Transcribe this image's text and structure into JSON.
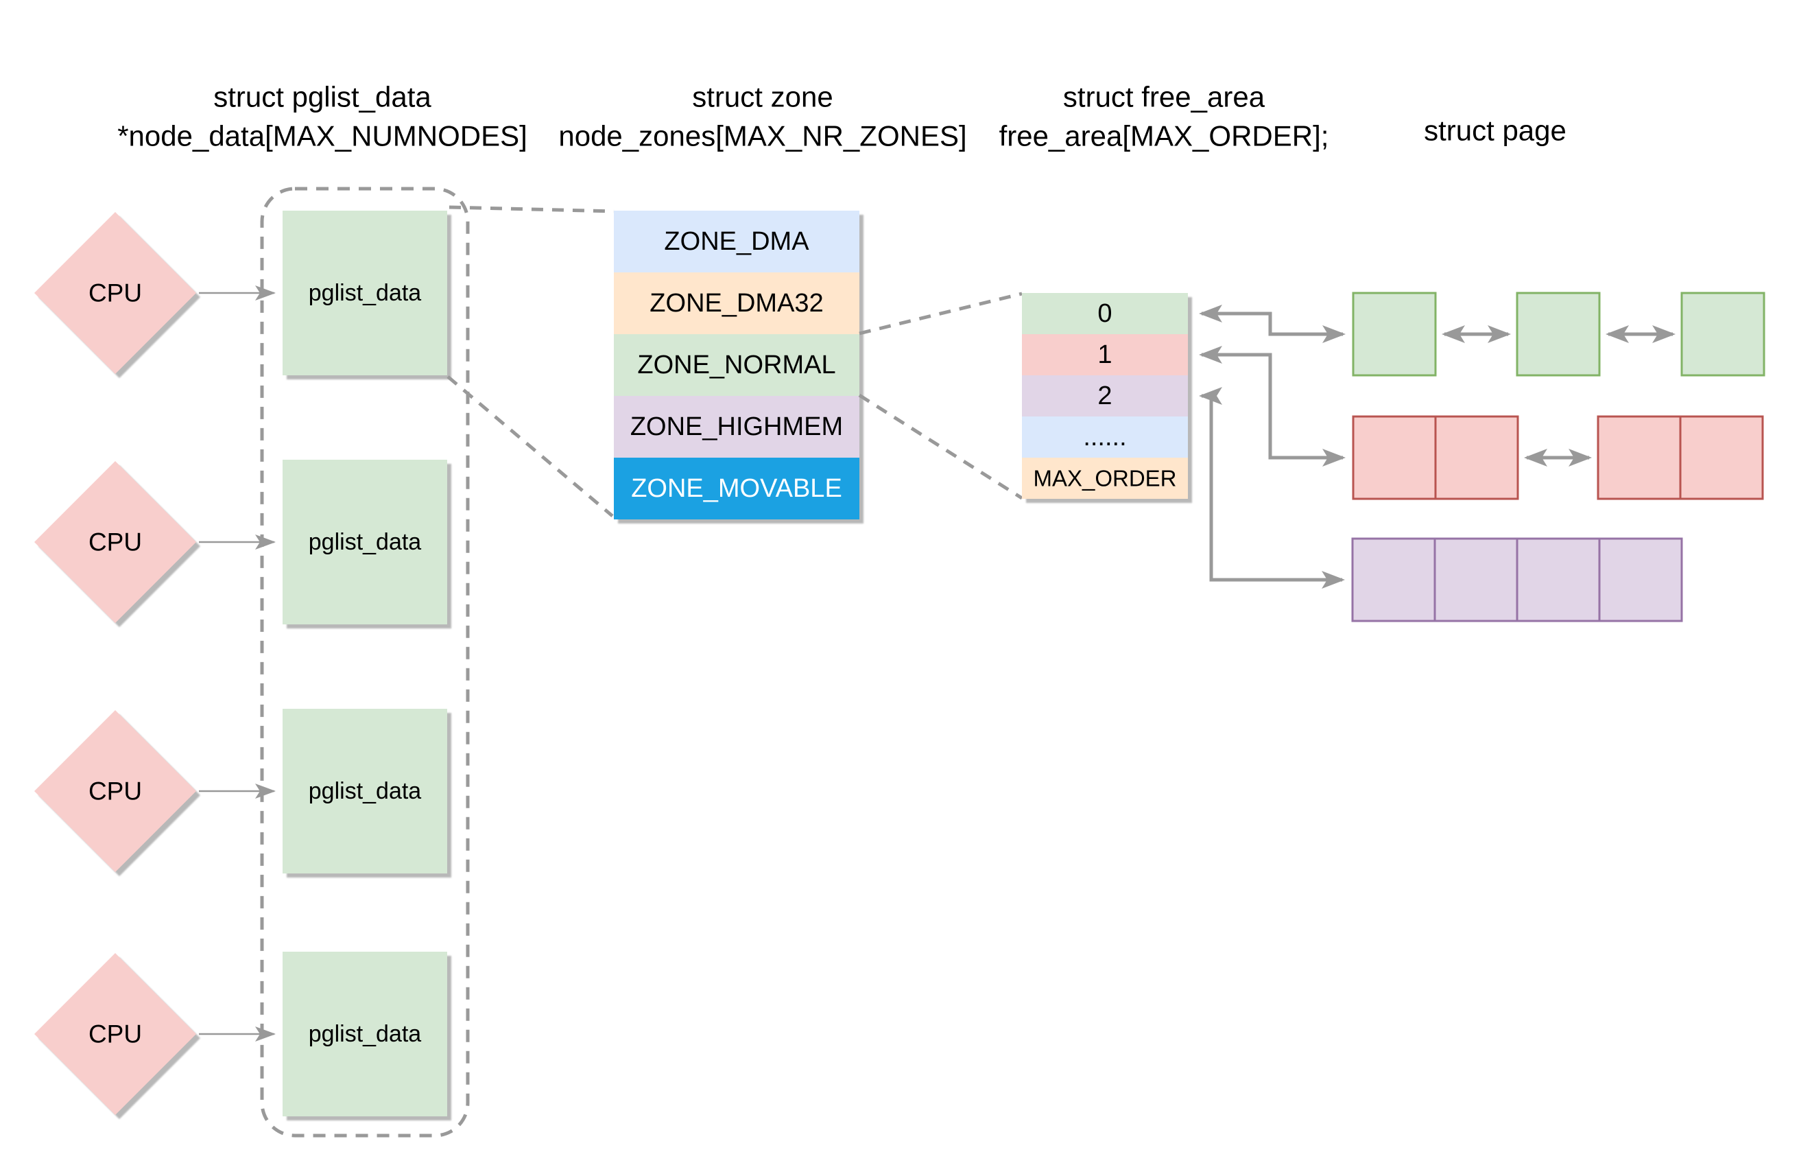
{
  "title_row": {
    "pglist": {
      "line1": "struct pglist_data",
      "line2": "*node_data[MAX_NUMNODES]"
    },
    "zone": {
      "line1": "struct zone",
      "line2": "node_zones[MAX_NR_ZONES]"
    },
    "free_area": {
      "line1": "struct free_area",
      "line2": "free_area[MAX_ORDER];"
    },
    "page": {
      "line1": "struct page"
    }
  },
  "cpu_nodes": [
    {
      "label": "CPU"
    },
    {
      "label": "CPU"
    },
    {
      "label": "CPU"
    },
    {
      "label": "CPU"
    }
  ],
  "pglist_nodes": [
    {
      "label": "pglist_data"
    },
    {
      "label": "pglist_data"
    },
    {
      "label": "pglist_data"
    },
    {
      "label": "pglist_data"
    }
  ],
  "zone_stack": {
    "rows": [
      {
        "label": "ZONE_DMA",
        "fill": "#dae8fc",
        "text_color": "#000000"
      },
      {
        "label": "ZONE_DMA32",
        "fill": "#ffe6cc",
        "text_color": "#000000"
      },
      {
        "label": "ZONE_NORMAL",
        "fill": "#d5e8d4",
        "text_color": "#000000"
      },
      {
        "label": "ZONE_HIGHMEM",
        "fill": "#e1d5e7",
        "text_color": "#000000"
      },
      {
        "label": "ZONE_MOVABLE",
        "fill": "#1ba1e2",
        "text_color": "#ffffff"
      }
    ]
  },
  "free_area_table": {
    "rows": [
      {
        "label": "0",
        "fill": "#d5e8d4"
      },
      {
        "label": "1",
        "fill": "#f8cecc"
      },
      {
        "label": "2",
        "fill": "#e1d5e7"
      },
      {
        "label": "......",
        "fill": "#dae8fc"
      },
      {
        "label": "MAX_ORDER",
        "fill": "#ffe6cc"
      }
    ]
  },
  "page_lists": {
    "order0": {
      "fill": "#d5e8d4",
      "stroke": "#82b366",
      "blocks": 3,
      "cells_per_block": 1
    },
    "order1": {
      "fill": "#f8cecc",
      "stroke": "#b85450",
      "blocks": 2,
      "cells_per_block": 2
    },
    "order2": {
      "fill": "#e1d5e7",
      "stroke": "#9673a6",
      "blocks": 1,
      "cells_per_block": 4
    }
  },
  "palette": {
    "cpu_fill": "#f8cecc",
    "pglist_fill": "#d5e8d4",
    "connector_gray": "#999999"
  }
}
